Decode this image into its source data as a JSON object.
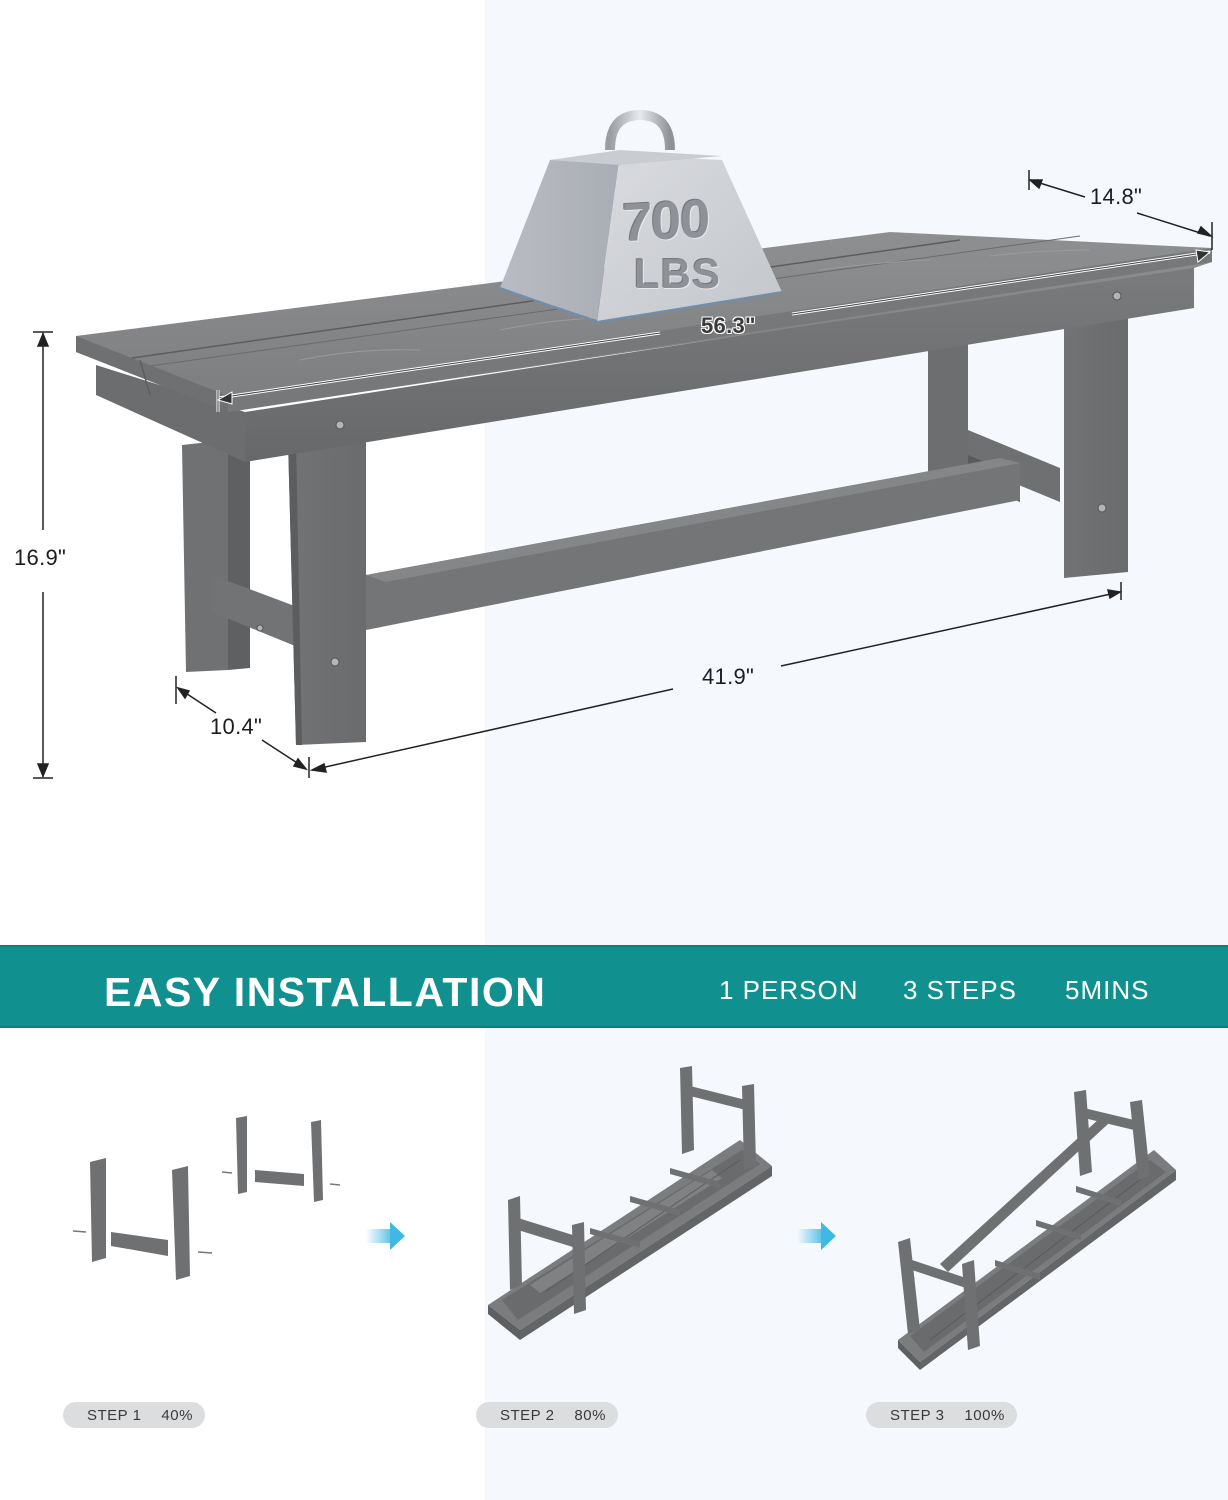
{
  "product": {
    "weight_badge": {
      "value": "700",
      "unit": "LBS"
    },
    "dimensions": {
      "seat_length": "56.3\"",
      "seat_depth": "14.8\"",
      "height": "16.9\"",
      "leg_depth": "10.4\"",
      "leg_span": "41.9\""
    },
    "color": "#7a7b7d"
  },
  "banner": {
    "title": "EASY INSTALLATION",
    "stats": [
      "1 PERSON",
      "3 STEPS",
      "5MINS"
    ],
    "background": "#10908f"
  },
  "steps": [
    {
      "label": "STEP 1",
      "progress": "40%"
    },
    {
      "label": "STEP 2",
      "progress": "80%"
    },
    {
      "label": "STEP 3",
      "progress": "100%"
    }
  ],
  "icons": {
    "next_arrow": "arrow-right-icon",
    "arrow_color": "#3fb8e3"
  }
}
